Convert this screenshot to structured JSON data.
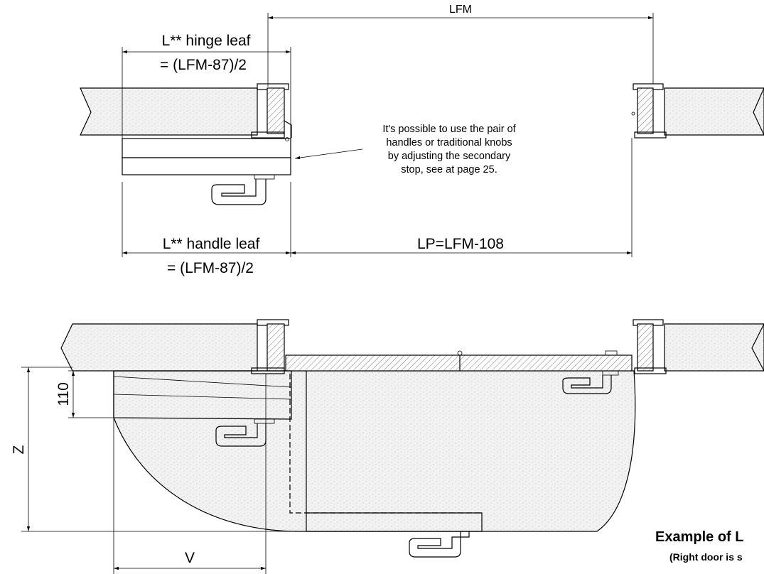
{
  "top_view": {
    "lfm_label": "LFM",
    "hinge_leaf_label_line1": "L** hinge leaf",
    "hinge_leaf_label_line2": "= (LFM-87)/2",
    "handle_leaf_label_line1": "L** handle leaf",
    "handle_leaf_label_line2": "= (LFM-87)/2",
    "lp_label": "LP=LFM-108",
    "note_lines": [
      "It's possible to use the pair of",
      "handles or traditional knobs",
      "by adjusting the secondary",
      "stop, see at page 25."
    ]
  },
  "bottom_view": {
    "dim_110": "110",
    "dim_z": "Z",
    "dim_v": "V",
    "title": "Example of L",
    "subtitle": "(Right door is s"
  }
}
